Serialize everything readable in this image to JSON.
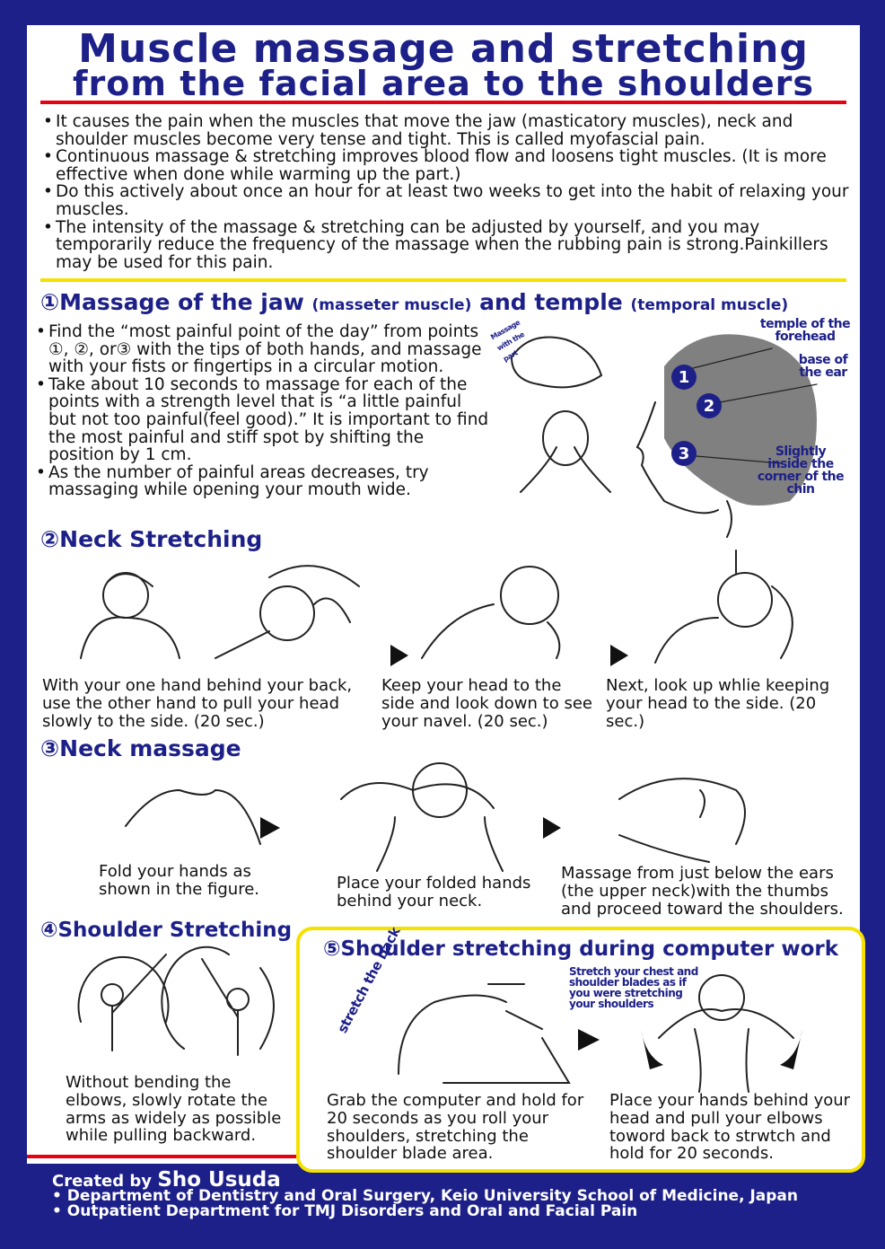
{
  "title": {
    "line1": "Muscle massage and stretching",
    "line2": "from the facial area to the shoulders"
  },
  "intro": [
    "It causes the pain when the muscles that move the jaw (masticatory muscles), neck and shoulder muscles become very tense and tight. This is called myofascial pain.",
    "Continuous massage & stretching improves blood flow and loosens tight muscles. (It is more effective when done while warming up the part.)",
    "Do this actively about once an hour for at least two weeks to get into the habit of relaxing your muscles.",
    "The intensity of the massage & stretching can be adjusted by yourself, and you may temporarily reduce the frequency of the massage when the rubbing pain is strong.Painkillers may be used for this pain."
  ],
  "s1": {
    "h_a": "①Massage of the jaw",
    "h_b": "(masseter muscle)",
    "h_c": "and temple",
    "h_d": "(temporal muscle)",
    "bullets": [
      "Find the “most painful point of the day” from points ①, ②, or③ with the tips of both hands, and massage with your fists or fingertips in a circular motion.",
      "Take about 10 seconds to massage for each of the points with a strength level that is “a little painful but not too painful(feel good).” It is important to find the most painful and stiff spot by shifting the position by 1 cm.",
      "As the number of painful areas decreases, try massaging while opening your mouth wide."
    ],
    "fist_label": "Massage with the part",
    "points": [
      "1",
      "2",
      "3"
    ],
    "labels": [
      "temple of the forehead",
      "base of the ear",
      "Slightly inside the corner of the chin"
    ]
  },
  "s2": {
    "h": "②Neck Stretching",
    "steps": [
      "With your one hand behind your back, use the other hand to pull your head slowly to the side. (20 sec.)",
      "Keep your head to the side and look down to see your navel. (20 sec.)",
      "Next, look up whlie keeping your head to the side. (20 sec.)"
    ]
  },
  "s3": {
    "h": "③Neck massage",
    "steps": [
      "Fold your hands as shown in the figure.",
      "Place your folded hands behind your neck.",
      "Massage from just below the ears (the upper neck)with the thumbs and proceed toward the shoulders."
    ]
  },
  "s4": {
    "h": "④Shoulder Stretching",
    "text": "Without bending the elbows, slowly rotate the arms as widely as possible while pulling backward."
  },
  "s5": {
    "h": "⑤Shoulder stretching during computer work",
    "label_back": "stretch the back",
    "label_chest": "Stretch your chest and shoulder blades as if you were stretching your shoulders",
    "steps": [
      "Grab the computer and hold for 20 seconds as you roll your shoulders, stretching the shoulder blade area.",
      "Place your hands behind your head and pull your elbows toword back to strwtch and hold for 20 seconds."
    ]
  },
  "footer": {
    "created_prefix": "Created by",
    "author": "Sho Usuda",
    "lines": [
      "• Department of Dentistry and Oral Surgery, Keio University School of Medicine, Japan",
      "• Outpatient Department for TMJ Disorders and Oral and Facial Pain"
    ]
  },
  "colors": {
    "navy": "#1d2088",
    "red": "#e60012",
    "yellow": "#f5e100"
  }
}
